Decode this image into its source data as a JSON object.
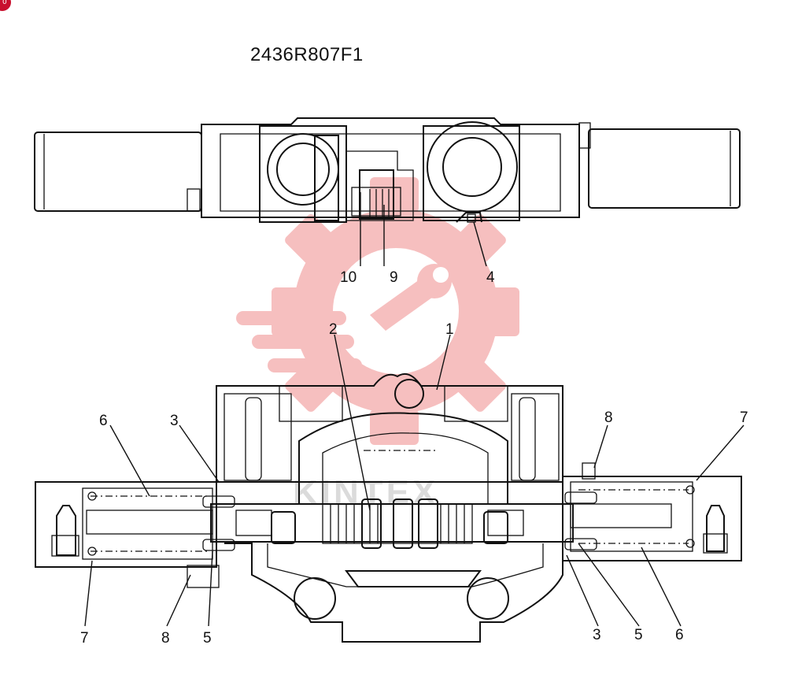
{
  "drawing": {
    "part_number": "2436R807F1",
    "corner_badge": "0"
  },
  "callouts": {
    "top_10": "10",
    "top_9": "9",
    "top_4": "4",
    "c_2": "2",
    "c_1": "1",
    "c_6_left": "6",
    "c_3_left": "3",
    "c_8_right": "8",
    "c_7_right": "7",
    "c_7_left": "7",
    "c_8_left": "8",
    "c_5_left": "5",
    "c_3_right": "3",
    "c_5_right": "5",
    "c_6_right": "6"
  },
  "watermark": {
    "text": "KINTEX",
    "color": "#e84a4a"
  }
}
